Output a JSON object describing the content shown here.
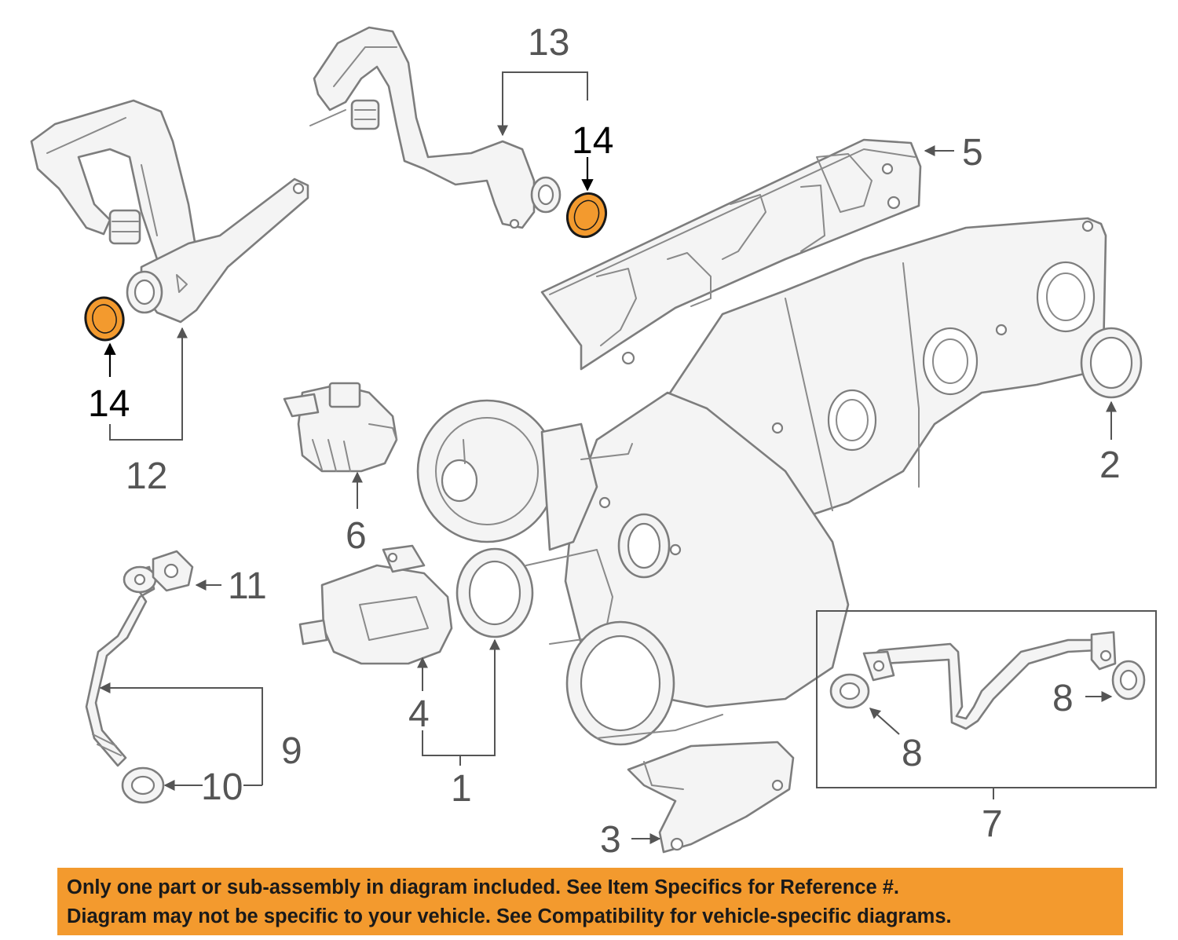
{
  "callouts": {
    "c1": "1",
    "c2": "2",
    "c3": "3",
    "c4": "4",
    "c5": "5",
    "c6": "6",
    "c7": "7",
    "c8a": "8",
    "c8b": "8",
    "c9": "9",
    "c10": "10",
    "c11": "11",
    "c12": "12",
    "c13": "13",
    "c14a": "14",
    "c14b": "14"
  },
  "highlighted_part": "14",
  "colors": {
    "highlight": "#f39a2e",
    "line": "#7d7d7d",
    "banner": "#f39a2e"
  },
  "notice": {
    "line1": "Only one part or sub-assembly in diagram included. See Item Specifics for Reference #.",
    "line2": "Diagram may not be specific to your vehicle. See Compatibility for vehicle-specific diagrams."
  }
}
